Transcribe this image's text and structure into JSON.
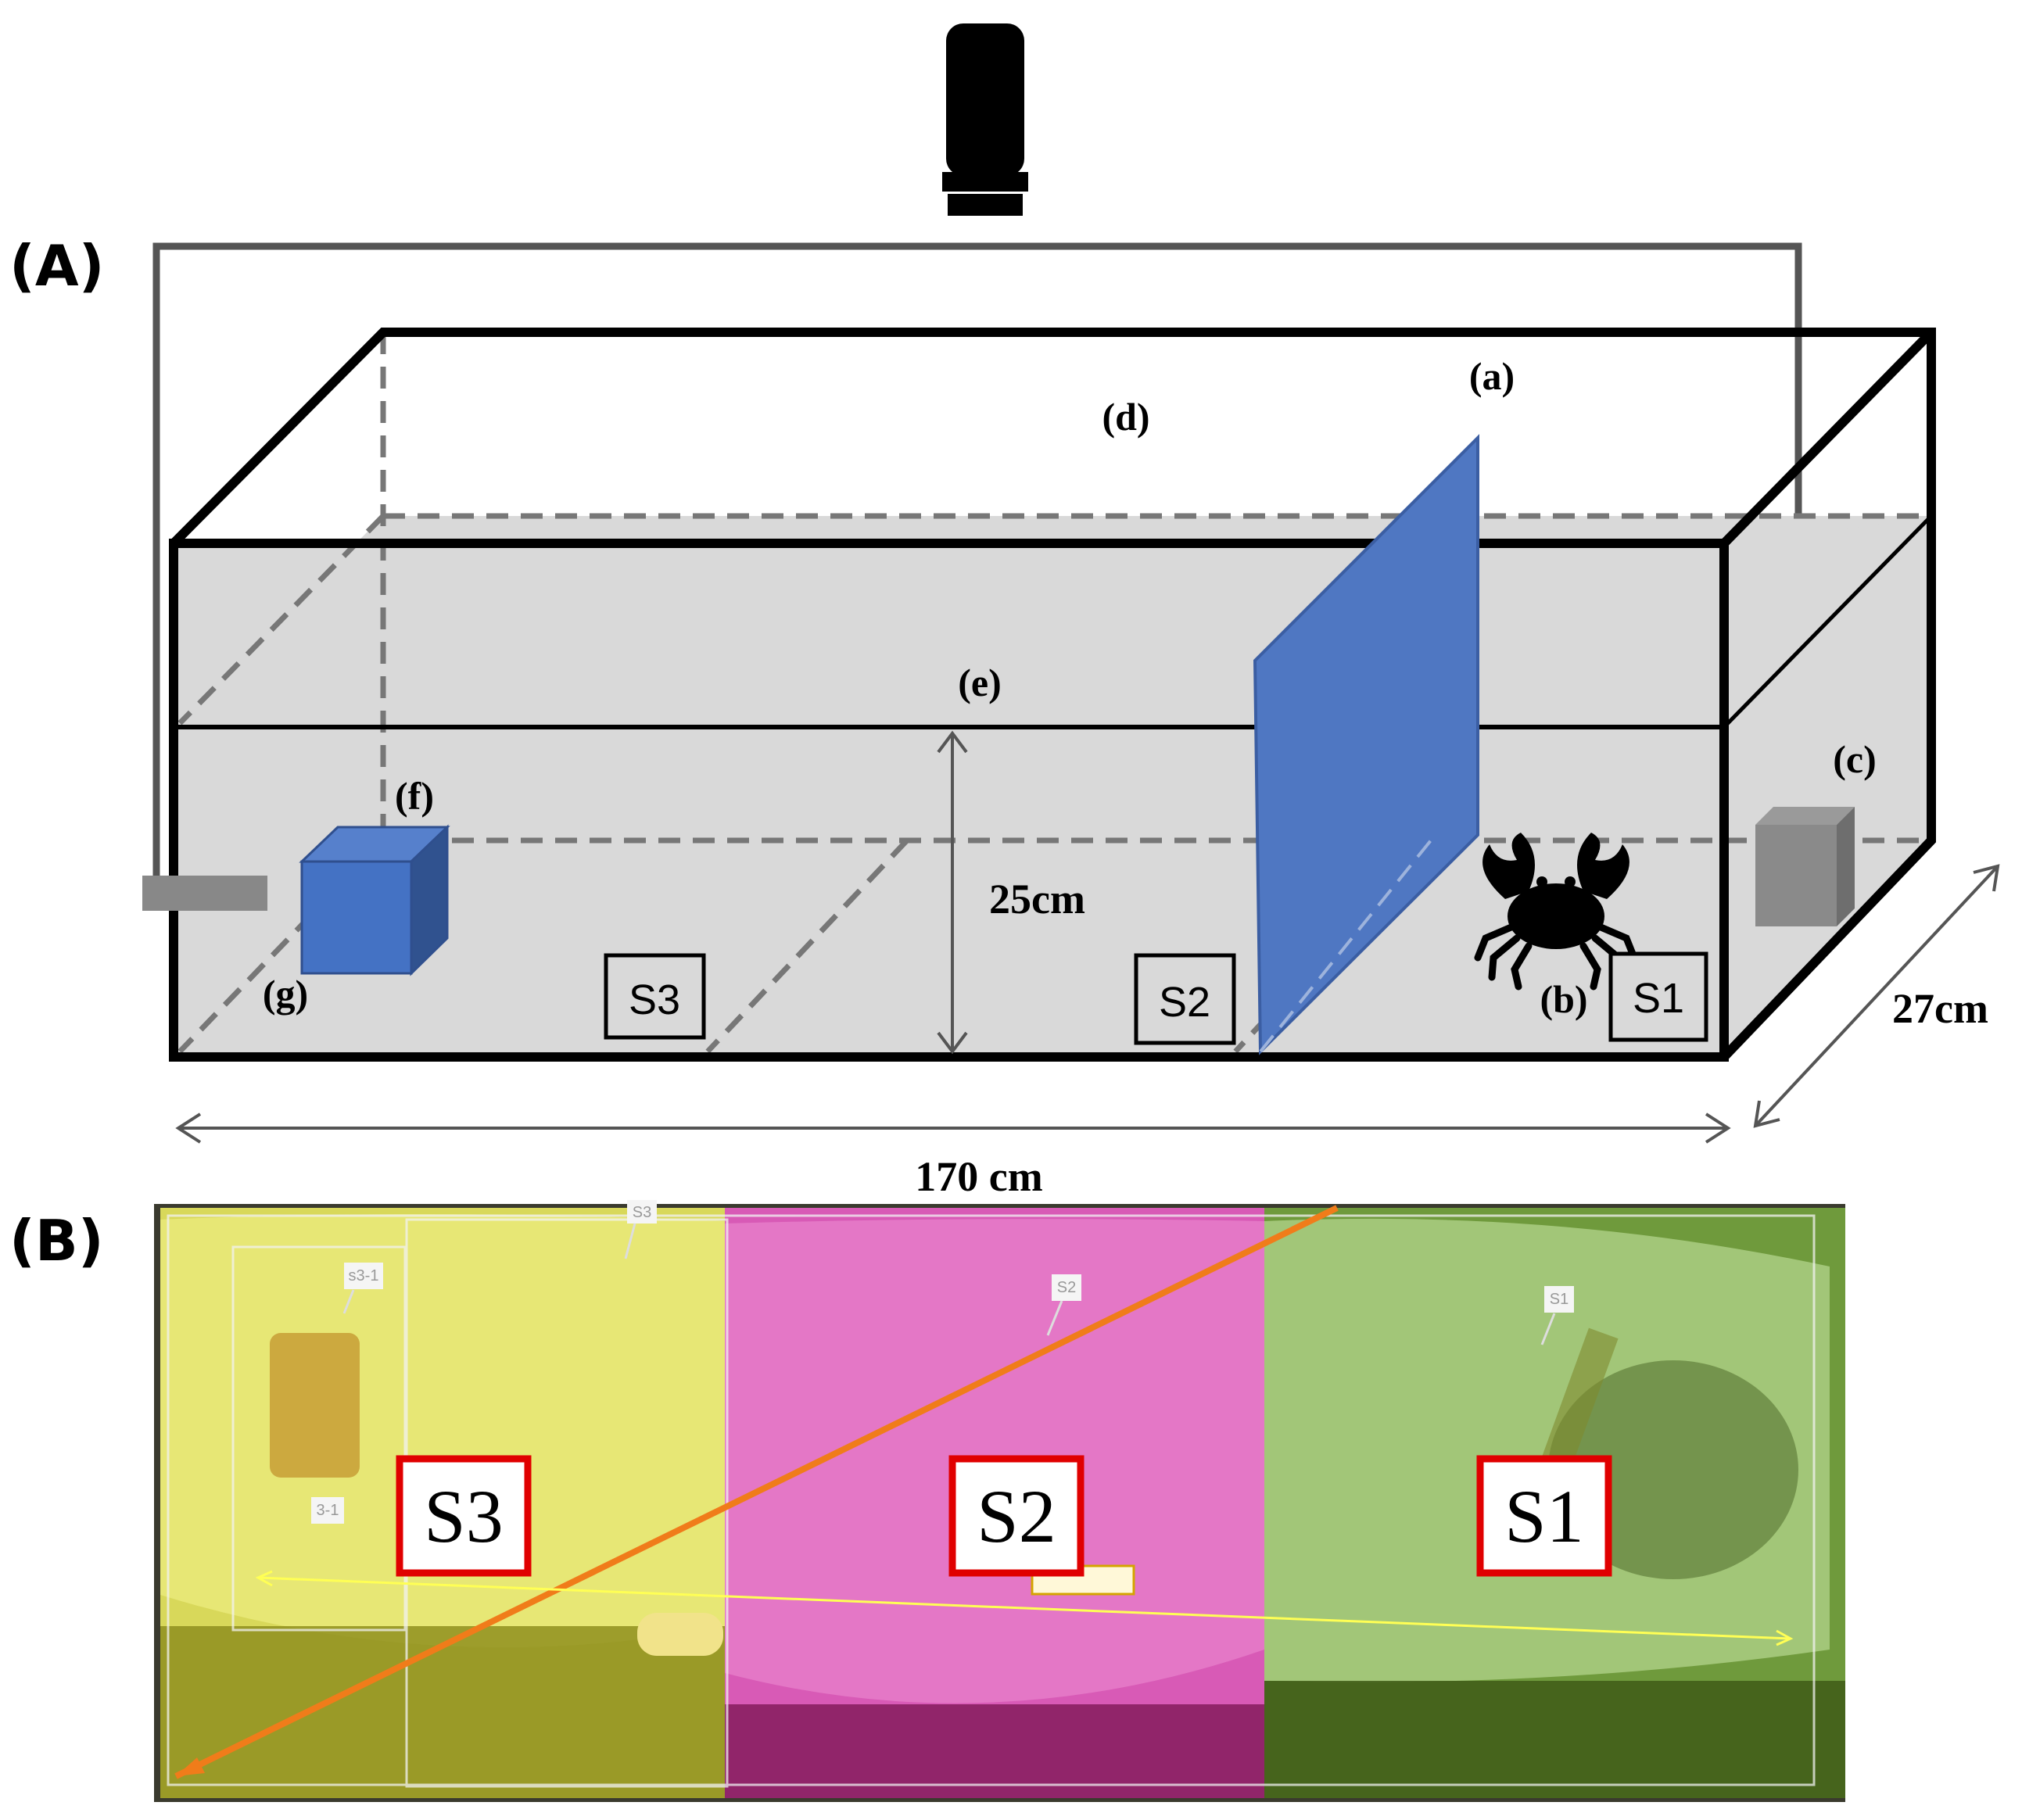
{
  "panel_a": {
    "label": "(A)",
    "markers": {
      "a": "(a)",
      "b": "(b)",
      "c": "(c)",
      "d": "(d)",
      "e": "(e)",
      "f": "(f)",
      "g": "(g)"
    },
    "dimensions": {
      "height": "25cm",
      "length": "170 cm",
      "depth": "27cm"
    },
    "sections": [
      "S3",
      "S2",
      "S1"
    ]
  },
  "panel_b": {
    "label": "(B)",
    "sections": [
      "S3",
      "S2",
      "S1"
    ],
    "photo_tags": [
      "S3",
      "s3-1",
      "S2",
      "S1",
      "3-1"
    ]
  },
  "colors": {
    "tank_fill": "#d9d9d9",
    "partition": "#4f77c2",
    "partition_edge": "#3b5ea3",
    "s3_zone": "#e6e66b",
    "s2_zone": "#e06bc0",
    "s1_zone": "#a3c97a",
    "orange_line": "#f07c1a",
    "label_border": "#e00000"
  }
}
